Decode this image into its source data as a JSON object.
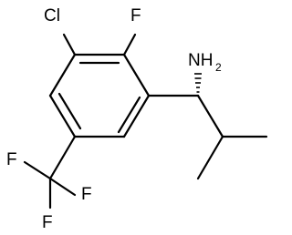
{
  "molecule": {
    "atoms": {
      "cl": "Cl",
      "f_ring": "F",
      "nh2_main": "NH",
      "nh2_sub": "2",
      "cf3_f_left": "F",
      "cf3_f_right": "F",
      "cf3_f_bottom": "F"
    },
    "stereo": "hashed-wedge",
    "colors": {
      "bond": "#000000",
      "text": "#000000",
      "background": "#ffffff"
    }
  }
}
